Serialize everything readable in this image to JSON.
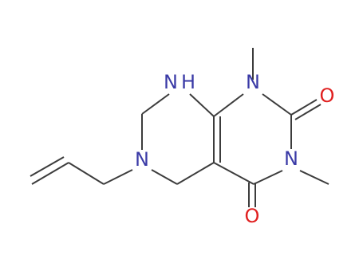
{
  "atoms": {
    "nh_label": "N",
    "h_label": "H",
    "n1_label": "N",
    "n3_label": "N",
    "n6_label": "N",
    "o2_label": "O",
    "o4_label": "O"
  },
  "colors": {
    "bond": "#3c3c3c",
    "nitrogen": "#3a3aa6",
    "oxygen": "#e02020",
    "background": "#ffffff"
  }
}
